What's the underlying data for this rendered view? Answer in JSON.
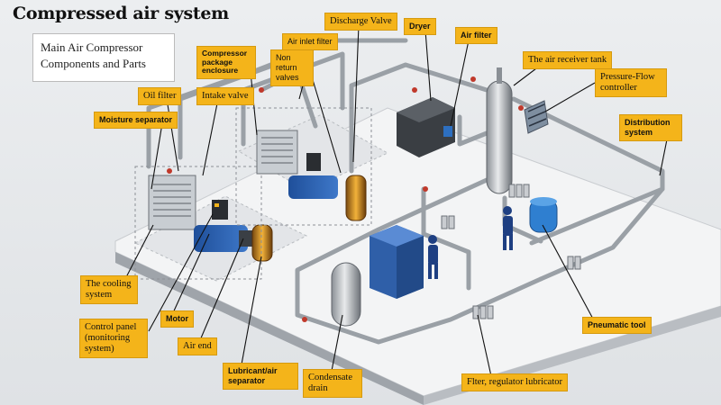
{
  "title": "Compressed air system",
  "subtitle": "Main Air Compressor Components and Parts",
  "labels": {
    "discharge_valve": "Discharge Valve",
    "dryer": "Dryer",
    "air_filter": "Air filter",
    "compressor_package_enclosure": "Compressor package enclosure",
    "air_inlet_filter": "Air inlet filter",
    "non_return_valves": "Non return valves",
    "the_air_receiver_tank": "The air receiver tank",
    "pressure_flow_controller": "Pressure-Flow controller",
    "oil_filter": "Oil filter",
    "intake_valve": "Intake valve",
    "moisture_separator": "Moisture separator",
    "distribution_system": "Distribution system",
    "the_cooling_system": "The cooling system",
    "motor": "Motor",
    "control_panel": "Control panel (monitoring system)",
    "air_end": "Air end",
    "lubricant_air_separator": "Lubricant/air separator",
    "condensate_drain": "Condensate drain",
    "pneumatic_tool": "Pneumatic tool",
    "filter_regulator_lubricator": "Flter, regulator lubricator"
  },
  "colors": {
    "label_fill": "#f4b41a",
    "pipe": "#9aa0a6",
    "floor": "#f3f4f5",
    "machine_blue": "#2f5fa8",
    "leader": "#111111"
  }
}
